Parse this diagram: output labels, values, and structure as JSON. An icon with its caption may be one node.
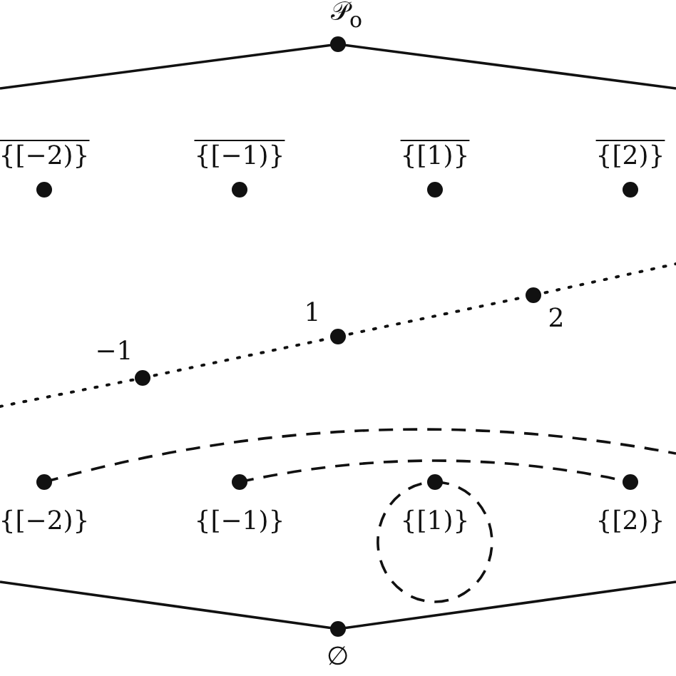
{
  "diagram": {
    "nodes": [
      {
        "text": [
          "𝒫$_{o}$"
        ]
      },
      {
        "text": [
          "{[−2)}"
        ]
      },
      {
        "text": [
          "{[−1)}"
        ]
      },
      {
        "text": [
          "{[1)}"
        ]
      },
      {
        "text": [
          "{[2)}"
        ]
      },
      {
        "text": [
          "−1"
        ]
      },
      {
        "text": [
          "1"
        ]
      },
      {
        "text": [
          "2"
        ]
      },
      {
        "text": [
          "{[−2)}"
        ]
      },
      {
        "text": [
          "{[−1)}"
        ]
      },
      {
        "text": [
          "{[1)}"
        ]
      },
      {
        "text": [
          "{[2)}"
        ]
      },
      {
        "text": [
          "∅"
        ]
      }
    ],
    "edges": [
      {
        "from": 0,
        "to": null,
        "arrow": "none"
      },
      {
        "from": 0,
        "to": null,
        "arrow": "none"
      },
      {
        "from": null,
        "to": 5,
        "arrow": "none",
        "style": "dashed"
      },
      {
        "from": 5,
        "to": 6,
        "arrow": "none",
        "style": "dashed"
      },
      {
        "from": 6,
        "to": 7,
        "arrow": "none",
        "style": "dashed"
      },
      {
        "from": 7,
        "to": null,
        "arrow": "none",
        "style": "dashed"
      },
      {
        "from": 8,
        "to": null,
        "arrow": "none",
        "style": "dashed"
      },
      {
        "from": 9,
        "to": 11,
        "arrow": "none",
        "style": "dashed"
      },
      {
        "from": 10,
        "to": 10,
        "arrow": "none",
        "style": "dashed"
      },
      {
        "from": 12,
        "to": null,
        "arrow": "none"
      },
      {
        "from": 12,
        "to": null,
        "arrow": "none"
      }
    ]
  }
}
